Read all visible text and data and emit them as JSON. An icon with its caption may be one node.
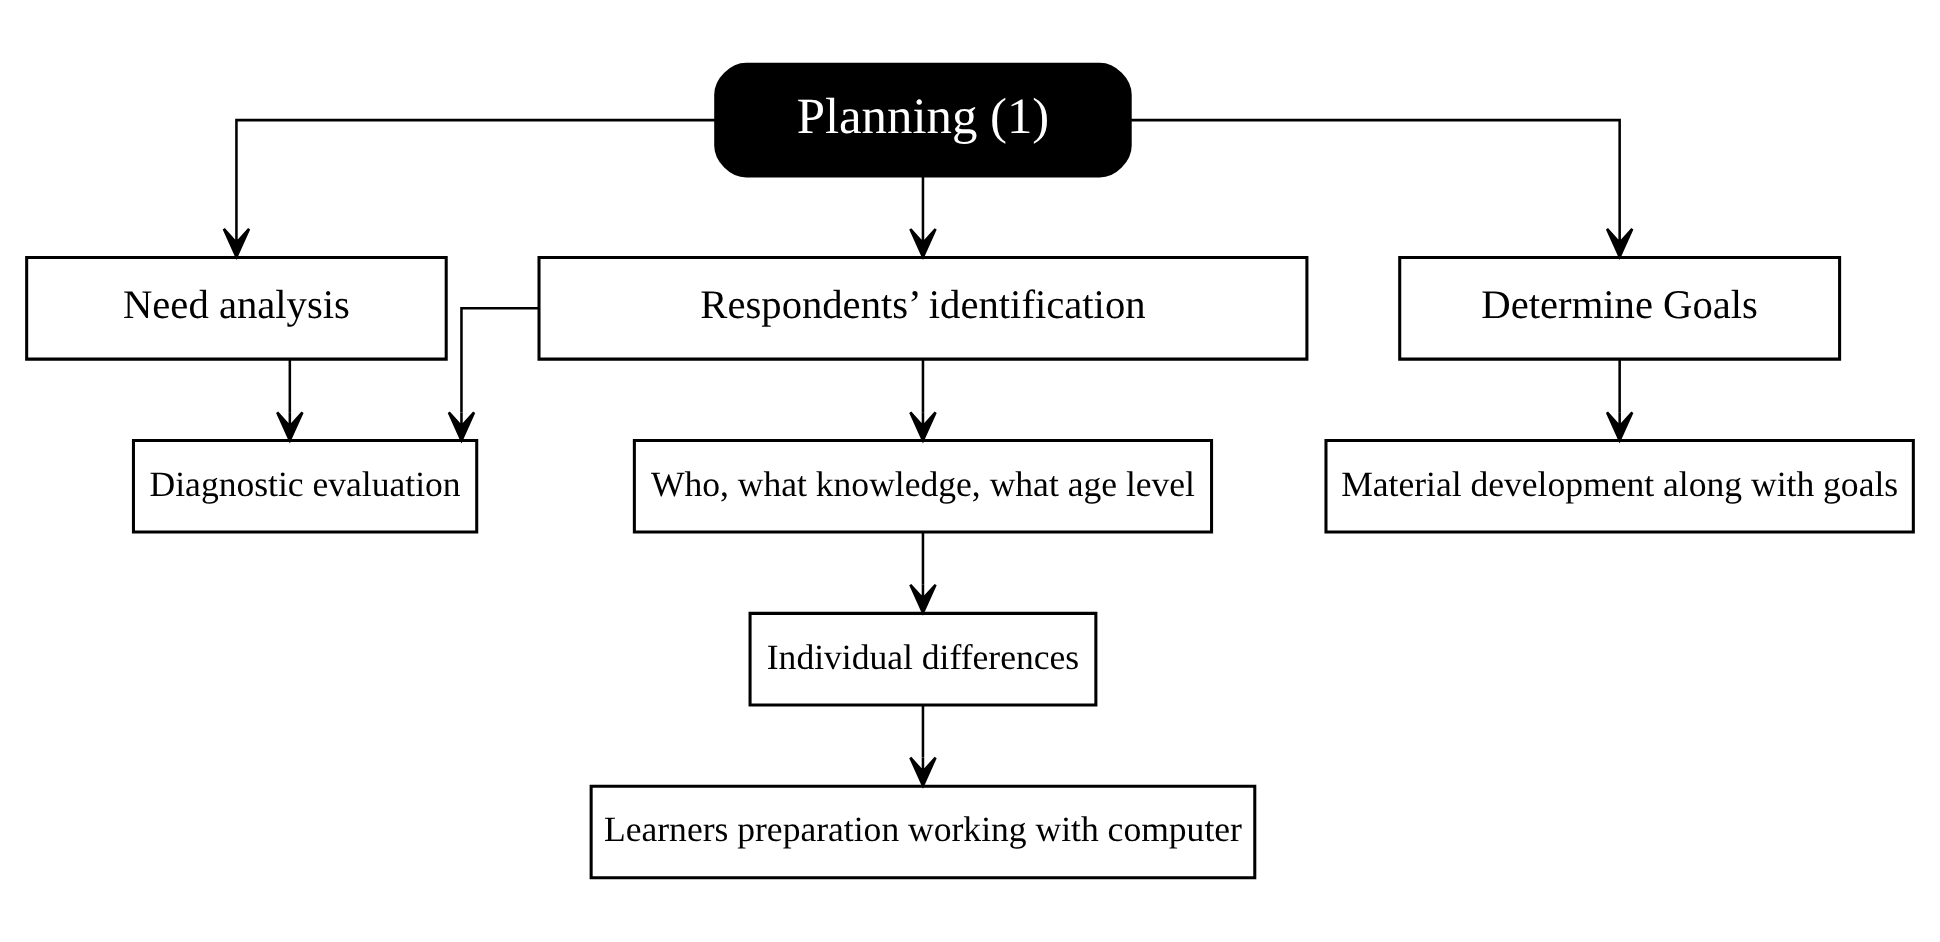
{
  "diagram": {
    "nodes": [
      {
        "text": [
          "Planning (1)"
        ]
      },
      {
        "text": [
          "Need analysis"
        ]
      },
      {
        "text": [
          "Respondents’ identification"
        ]
      },
      {
        "text": [
          "Determine Goals"
        ]
      },
      {
        "text": [
          "Diagnostic evaluation"
        ]
      },
      {
        "text": [
          "Who, what knowledge, what age level"
        ]
      },
      {
        "text": [
          "Material development along with goals"
        ]
      },
      {
        "text": [
          "Individual differences"
        ]
      },
      {
        "text": [
          "Learners preparation working with computer"
        ]
      }
    ],
    "edges": [
      {
        "from": 0,
        "to": 1,
        "arrow": "to"
      },
      {
        "from": 0,
        "to": 2,
        "arrow": "to"
      },
      {
        "from": 0,
        "to": 3,
        "arrow": "to"
      },
      {
        "from": 1,
        "to": 4,
        "arrow": "to"
      },
      {
        "from": 2,
        "to": 4,
        "arrow": "to"
      },
      {
        "from": 2,
        "to": 5,
        "arrow": "to"
      },
      {
        "from": 3,
        "to": 6,
        "arrow": "to"
      },
      {
        "from": 5,
        "to": 7,
        "arrow": "to"
      },
      {
        "from": 7,
        "to": 8,
        "arrow": "to"
      }
    ]
  }
}
